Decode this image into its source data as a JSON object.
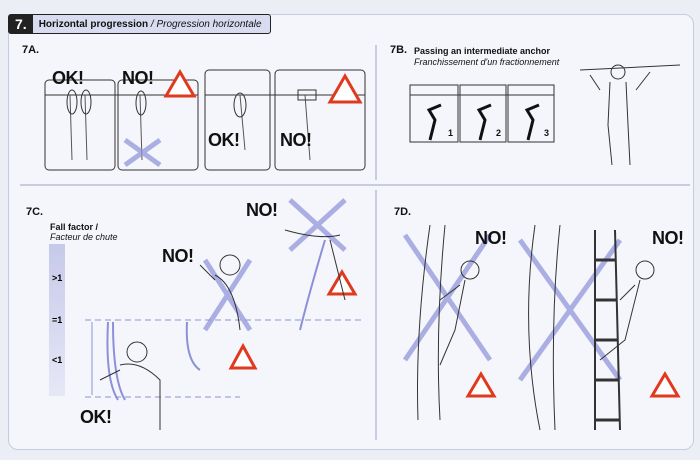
{
  "header": {
    "number": "7.",
    "title": "Horizontal progression",
    "title_fr": "/ Progression horizontale"
  },
  "sections": {
    "a": {
      "label": "7A.",
      "marks": [
        "OK!",
        "NO!",
        "OK!",
        "NO!"
      ]
    },
    "b": {
      "label": "7B.",
      "title": "Passing an intermediate anchor",
      "title_fr": "Franchissement d'un fractionnement",
      "steps": [
        "1",
        "2",
        "3"
      ]
    },
    "c": {
      "label": "7C.",
      "fall_factor": "Fall factor /",
      "fall_factor_fr": "Facteur de chute",
      "levels": [
        ">1",
        "=1",
        "<1"
      ],
      "marks": [
        "NO!",
        "NO!",
        "OK!"
      ]
    },
    "d": {
      "label": "7D.",
      "marks": [
        "NO!",
        "NO!"
      ]
    }
  },
  "colors": {
    "accent": "#7b7fd0",
    "warning": "#e03a1e"
  }
}
